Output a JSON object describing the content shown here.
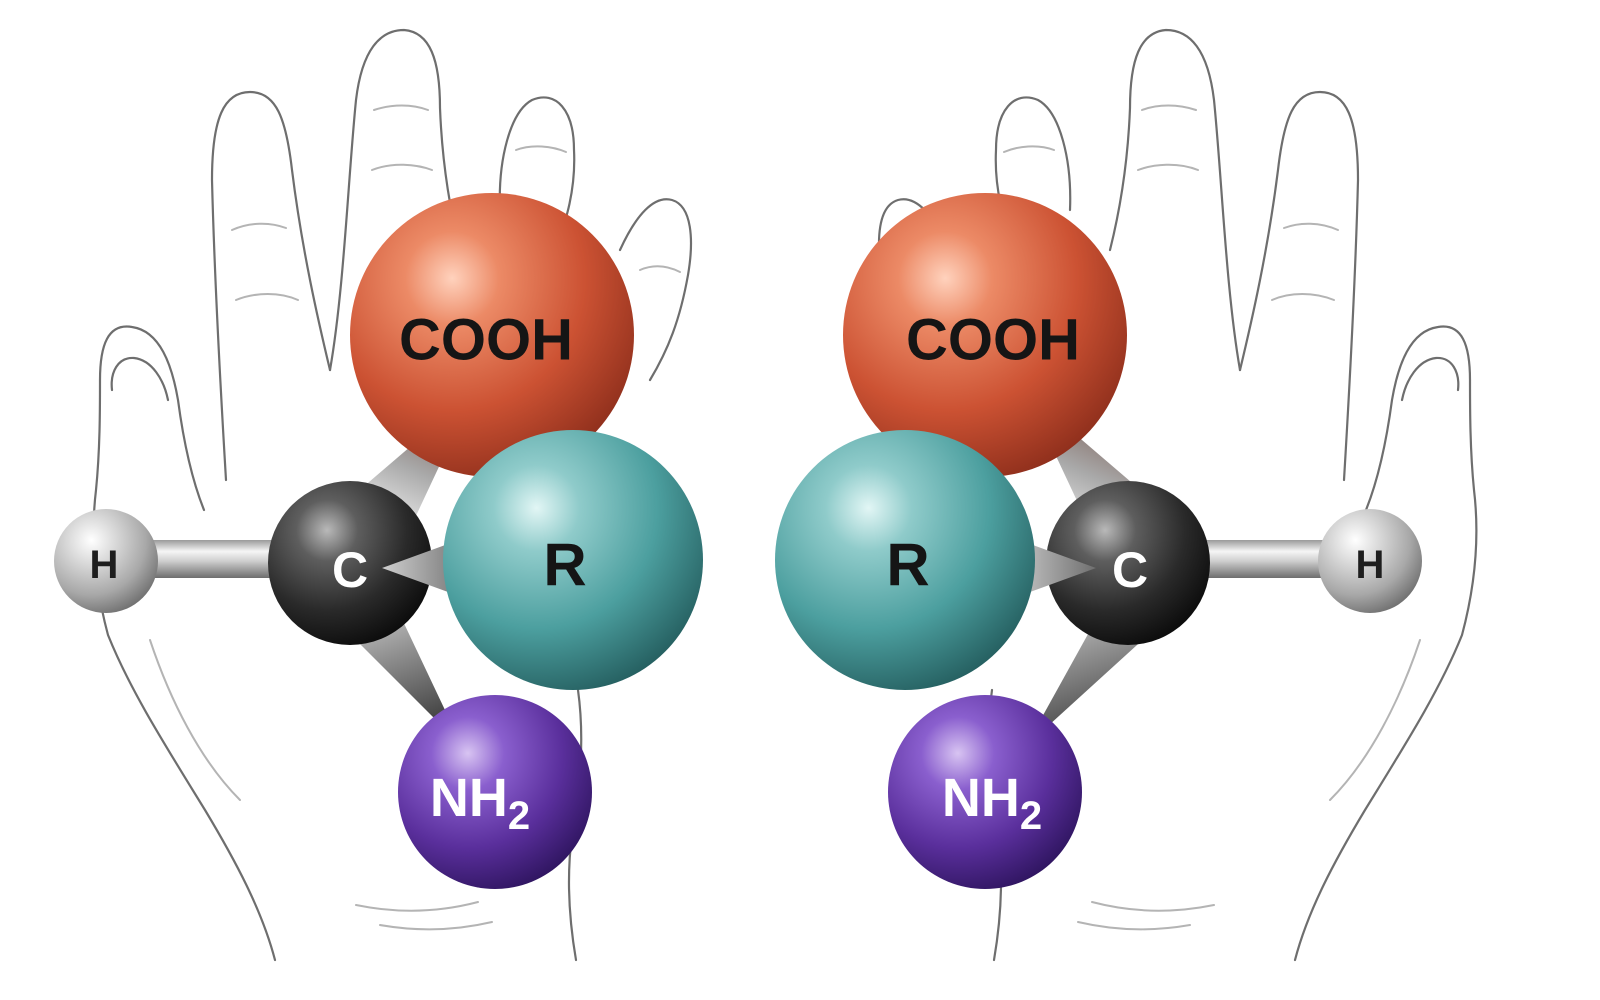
{
  "molecules": [
    {
      "id": "left",
      "labels": {
        "cooh": "COOH",
        "r": "R",
        "c": "C",
        "h": "H",
        "nh": "NH",
        "sub": "2"
      }
    },
    {
      "id": "right",
      "labels": {
        "cooh": "COOH",
        "r": "R",
        "c": "C",
        "h": "H",
        "nh": "NH",
        "sub": "2"
      }
    }
  ],
  "colors": {
    "cooh": "#d2573a",
    "r": "#4ea3a3",
    "c": "#2b2b2b",
    "h": "#b9b9b9",
    "nh2": "#5a2f9c",
    "hand_outline": "#6e6e6e"
  }
}
